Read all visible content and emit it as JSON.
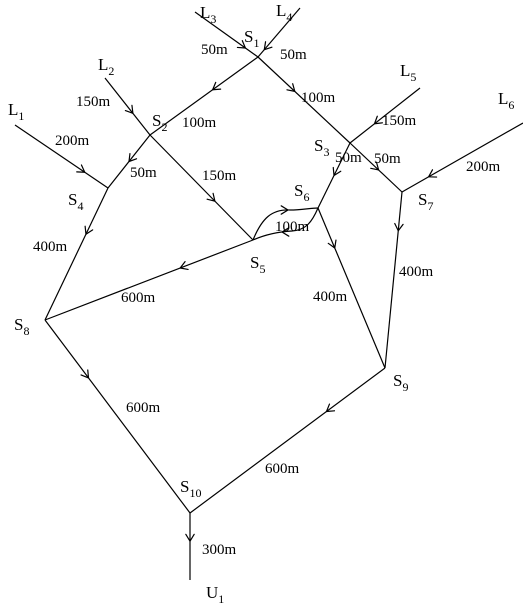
{
  "nodes": [
    {
      "id": "L1",
      "letter": "L",
      "sub": "1"
    },
    {
      "id": "L2",
      "letter": "L",
      "sub": "2"
    },
    {
      "id": "L3",
      "letter": "L",
      "sub": "3"
    },
    {
      "id": "L4",
      "letter": "L",
      "sub": "4"
    },
    {
      "id": "L5",
      "letter": "L",
      "sub": "5"
    },
    {
      "id": "L6",
      "letter": "L",
      "sub": "6"
    },
    {
      "id": "S1",
      "letter": "S",
      "sub": "1"
    },
    {
      "id": "S2",
      "letter": "S",
      "sub": "2"
    },
    {
      "id": "S3",
      "letter": "S",
      "sub": "3"
    },
    {
      "id": "S4",
      "letter": "S",
      "sub": "4"
    },
    {
      "id": "S5",
      "letter": "S",
      "sub": "5"
    },
    {
      "id": "S6",
      "letter": "S",
      "sub": "6"
    },
    {
      "id": "S7",
      "letter": "S",
      "sub": "7"
    },
    {
      "id": "S8",
      "letter": "S",
      "sub": "8"
    },
    {
      "id": "S9",
      "letter": "S",
      "sub": "9"
    },
    {
      "id": "S10",
      "letter": "S",
      "sub": "10"
    },
    {
      "id": "U1",
      "letter": "U",
      "sub": "1"
    }
  ],
  "edges": [
    {
      "id": "L3-S1",
      "from": "L3",
      "to": "S1",
      "length": "50m"
    },
    {
      "id": "L4-S1",
      "from": "L4",
      "to": "S1",
      "length": "50m"
    },
    {
      "id": "S1-S2",
      "from": "S1",
      "to": "S2",
      "length": "100m"
    },
    {
      "id": "S1-S3",
      "from": "S1",
      "to": "S3",
      "length": "100m"
    },
    {
      "id": "L2-S2",
      "from": "L2",
      "to": "S2",
      "length": "150m"
    },
    {
      "id": "L1-S4",
      "from": "L1",
      "to": "S4",
      "length": "200m"
    },
    {
      "id": "S2-S4",
      "from": "S2",
      "to": "S4",
      "length": "50m"
    },
    {
      "id": "S2-S5",
      "from": "S2",
      "to": "S5",
      "length": "150m"
    },
    {
      "id": "L5-S3",
      "from": "L5",
      "to": "S3",
      "length": "150m"
    },
    {
      "id": "S3-S7",
      "from": "S3",
      "to": "S7",
      "length": "50m"
    },
    {
      "id": "S3-S6",
      "from": "S3",
      "to": "S6",
      "length": "50m"
    },
    {
      "id": "L6-S7",
      "from": "L6",
      "to": "S7",
      "length": "200m"
    },
    {
      "id": "S5-S6",
      "from": "S5",
      "to": "S6",
      "length": "100m"
    },
    {
      "id": "S6-S9",
      "from": "S6",
      "to": "S9",
      "length": "400m"
    },
    {
      "id": "S7-S9",
      "from": "S7",
      "to": "S9",
      "length": "400m"
    },
    {
      "id": "S4-S8",
      "from": "S4",
      "to": "S8",
      "length": "400m"
    },
    {
      "id": "S5-S8",
      "from": "S5",
      "to": "S8",
      "length": "600m"
    },
    {
      "id": "S8-S10",
      "from": "S8",
      "to": "S10",
      "length": "600m"
    },
    {
      "id": "S9-S10",
      "from": "S9",
      "to": "S10",
      "length": "600m"
    },
    {
      "id": "S10-U1",
      "from": "S10",
      "to": "U1",
      "length": "300m"
    }
  ]
}
